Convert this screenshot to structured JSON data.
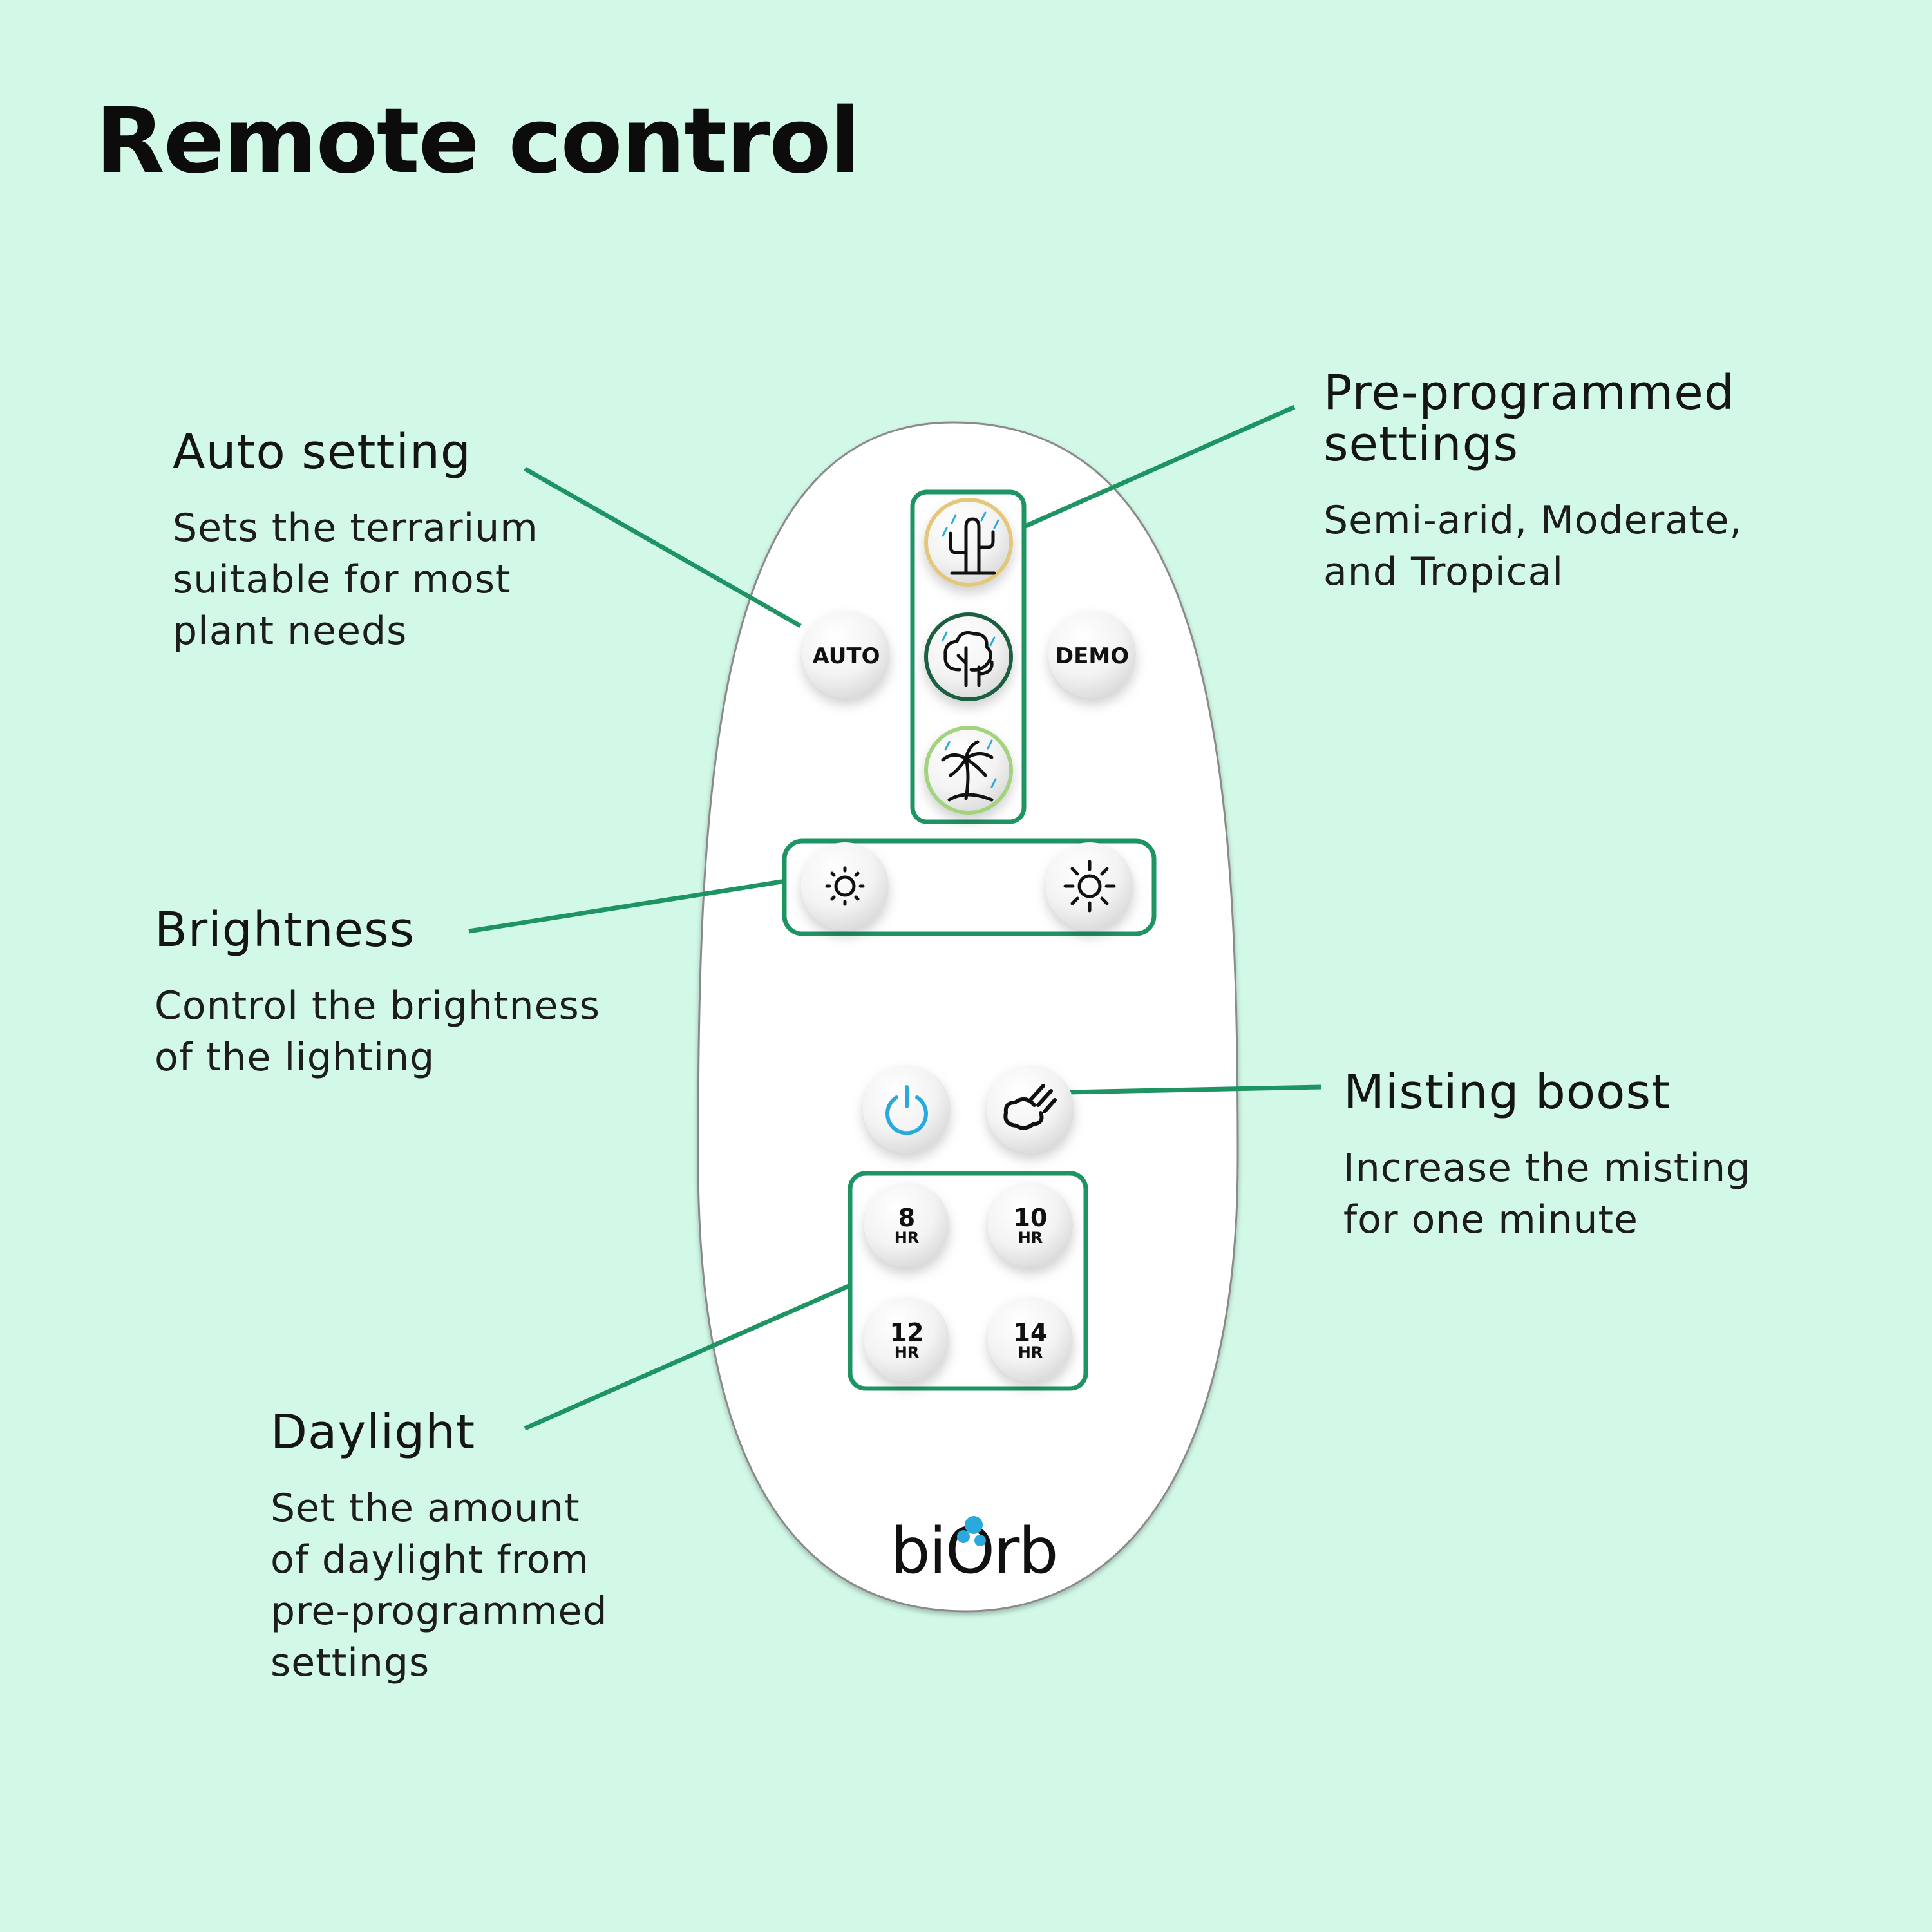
{
  "title": "Remote control",
  "callouts": {
    "auto": {
      "heading": "Auto setting",
      "lines": [
        "Sets the terrarium",
        "suitable for most",
        "plant needs"
      ]
    },
    "brightness": {
      "heading": "Brightness",
      "lines": [
        "Control the brightness",
        "of the lighting"
      ]
    },
    "daylight": {
      "heading": "Daylight",
      "lines": [
        "Set the amount",
        "of daylight from",
        "pre-programmed",
        "settings"
      ]
    },
    "presets": {
      "heading_lines": [
        "Pre-programmed",
        "settings"
      ],
      "lines": [
        "Semi-arid, Moderate,",
        "and Tropical"
      ]
    },
    "misting": {
      "heading": "Misting boost",
      "lines": [
        "Increase the misting",
        "for one minute"
      ]
    }
  },
  "remote": {
    "auto_label": "AUTO",
    "demo_label": "DEMO",
    "preset_icons": [
      "cactus-icon",
      "tree-icon",
      "palm-tree-icon"
    ],
    "brightness_icons": [
      "sun-dim-icon",
      "sun-bright-icon"
    ],
    "power_icon": "power-icon",
    "mist_icon": "mist-icon",
    "daylight_buttons": [
      {
        "value": "8",
        "unit": "HR"
      },
      {
        "value": "10",
        "unit": "HR"
      },
      {
        "value": "12",
        "unit": "HR"
      },
      {
        "value": "14",
        "unit": "HR"
      }
    ],
    "brand": "biOrb"
  },
  "colors": {
    "background": "#d2f9e7",
    "accent_green": "#1e9463",
    "power_blue": "#2aa9dd",
    "cactus_ring": "#e3c77a",
    "tree_ring": "#1e5e3f",
    "palm_ring": "#a3d37f"
  }
}
